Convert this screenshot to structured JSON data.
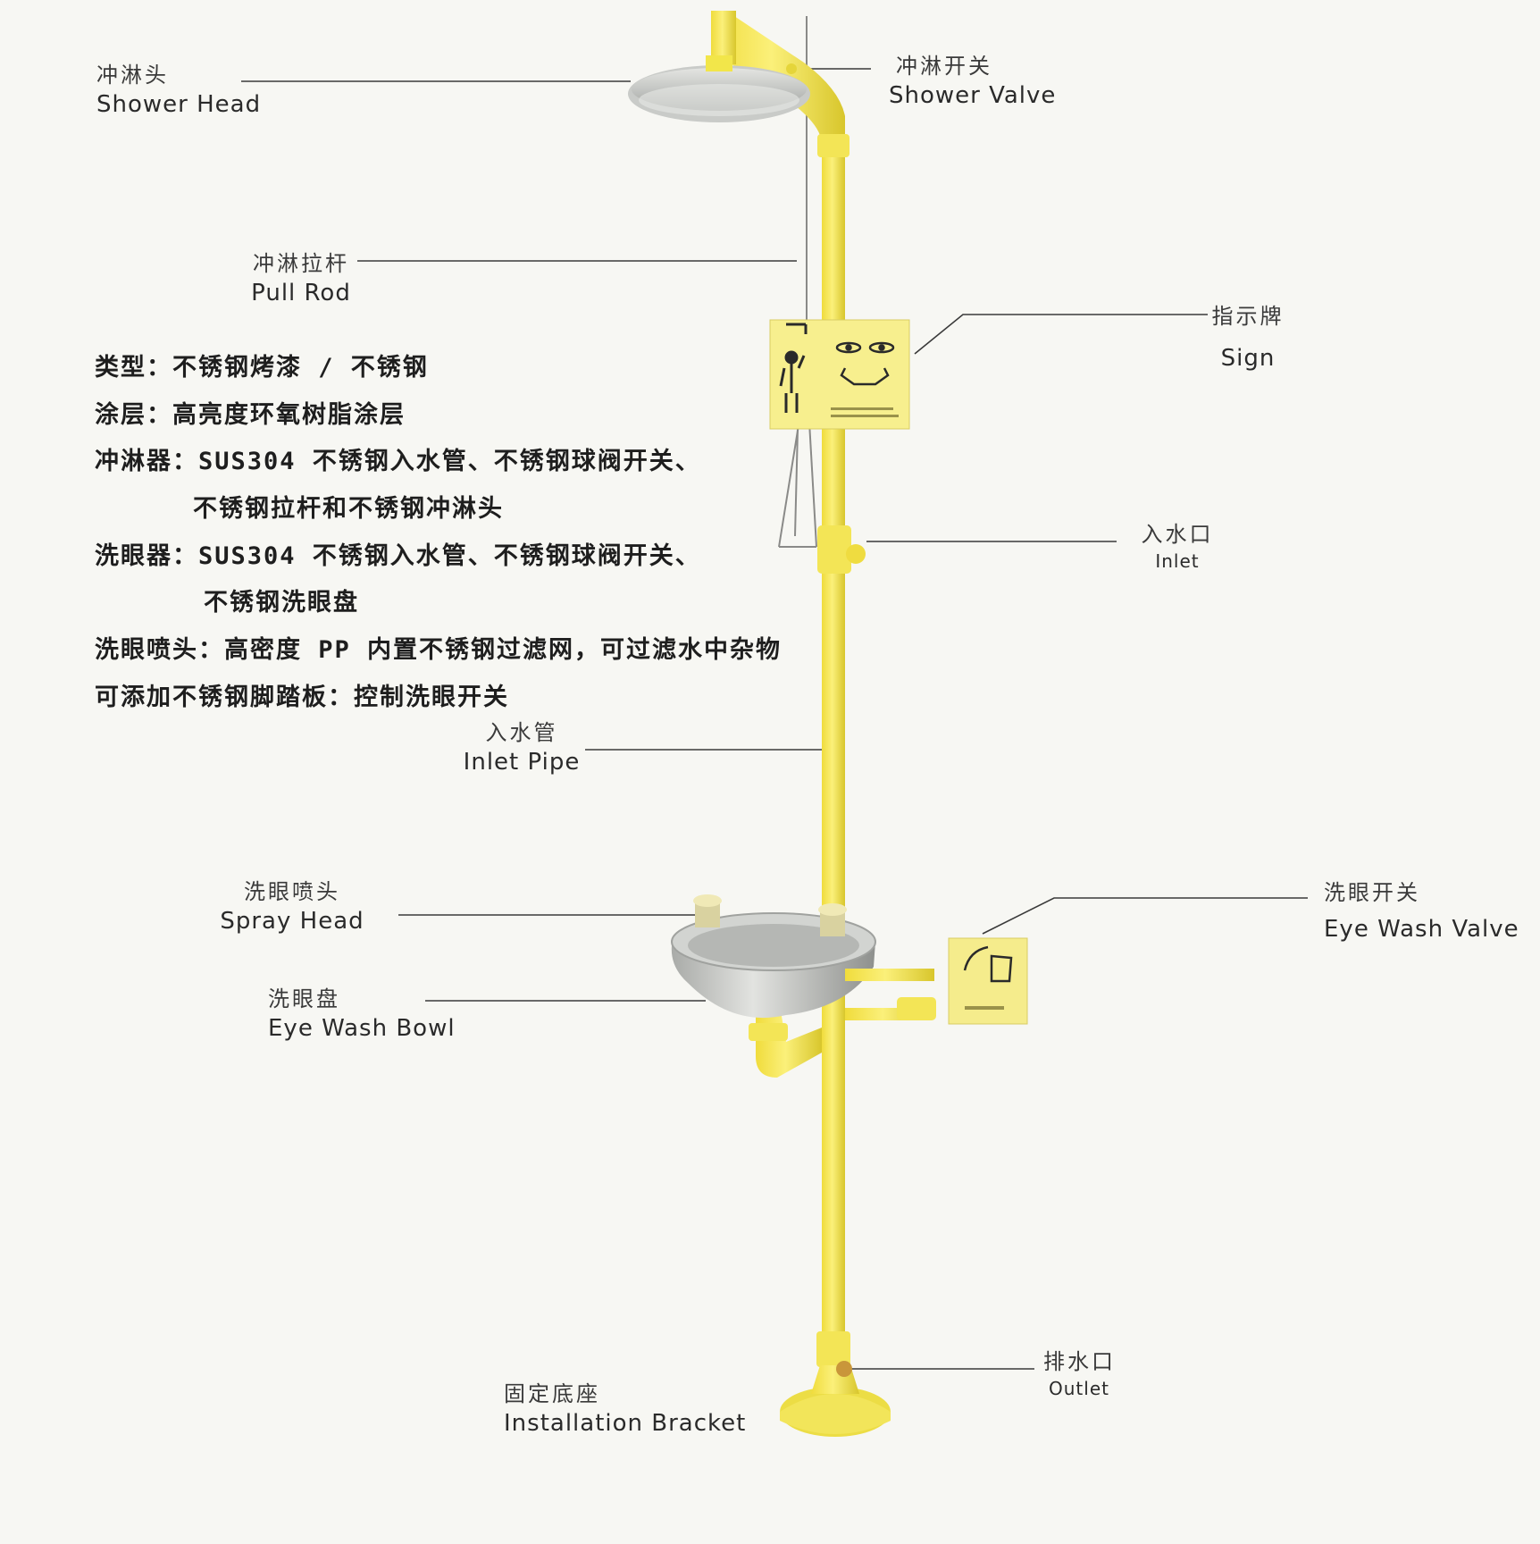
{
  "labels": {
    "shower_head": {
      "cn": "冲淋头",
      "en": "Shower Head"
    },
    "shower_valve": {
      "cn": "冲淋开关",
      "en": "Shower Valve"
    },
    "pull_rod": {
      "cn": "冲淋拉杆",
      "en": "Pull Rod"
    },
    "sign": {
      "cn": "指示牌",
      "en": "Sign"
    },
    "inlet": {
      "cn": "入水口",
      "en": "Inlet"
    },
    "inlet_pipe": {
      "cn": "入水管",
      "en": "Inlet Pipe"
    },
    "spray_head": {
      "cn": "洗眼喷头",
      "en": "Spray Head"
    },
    "eye_wash_valve": {
      "cn": "洗眼开关",
      "en": "Eye Wash Valve"
    },
    "eye_wash_bowl": {
      "cn": "洗眼盘",
      "en": "Eye Wash Bowl"
    },
    "outlet": {
      "cn": "排水口",
      "en": "Outlet"
    },
    "installation_bracket": {
      "cn": "固定底座",
      "en": "Installation Bracket"
    }
  },
  "specs": [
    "类型：不锈钢烤漆 / 不锈钢",
    "涂层：高亮度环氧树脂涂层",
    "冲淋器：SUS304 不锈钢入水管、不锈钢球阀开关、",
    "不锈钢拉杆和不锈钢冲淋头",
    "洗眼器：SUS304 不锈钢入水管、不锈钢球阀开关、",
    "不锈钢洗眼盘",
    "洗眼喷头：高密度 PP 内置不锈钢过滤网，可过滤水中杂物",
    "可添加不锈钢脚踏板：控制洗眼开关"
  ],
  "colors": {
    "pipe_yellow": "#f2e64a",
    "pipe_shadow": "#d9c92e",
    "stainless": "#c9cbc8",
    "sign_yellow": "#f7ef8e",
    "leader_line": "#3a3a3a"
  }
}
